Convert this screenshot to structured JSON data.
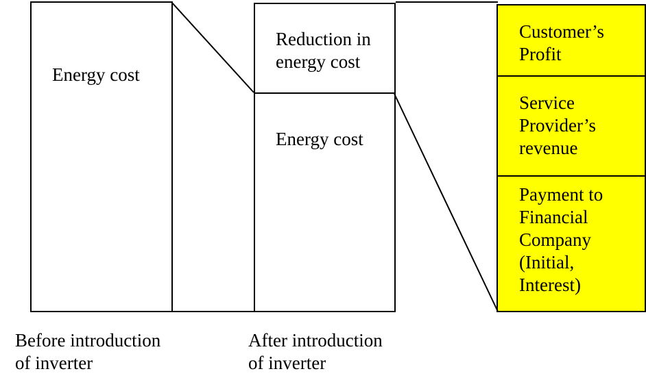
{
  "before": {
    "box_label": "Energy cost",
    "caption": "Before  introduction\nof inverter"
  },
  "after": {
    "reduction_label": "Reduction in\nenergy cost",
    "energy_label": "Energy cost",
    "caption": "After  introduction\nof inverter"
  },
  "breakdown": {
    "customer_profit": "Customer’s\nProfit",
    "provider_revenue": "Service\nProvider’s\nrevenue",
    "financial_payment": "Payment to\nFinancial\nCompany\n(Initial,\nInterest)"
  },
  "colors": {
    "highlight": "#ffff00",
    "line": "#000000"
  }
}
